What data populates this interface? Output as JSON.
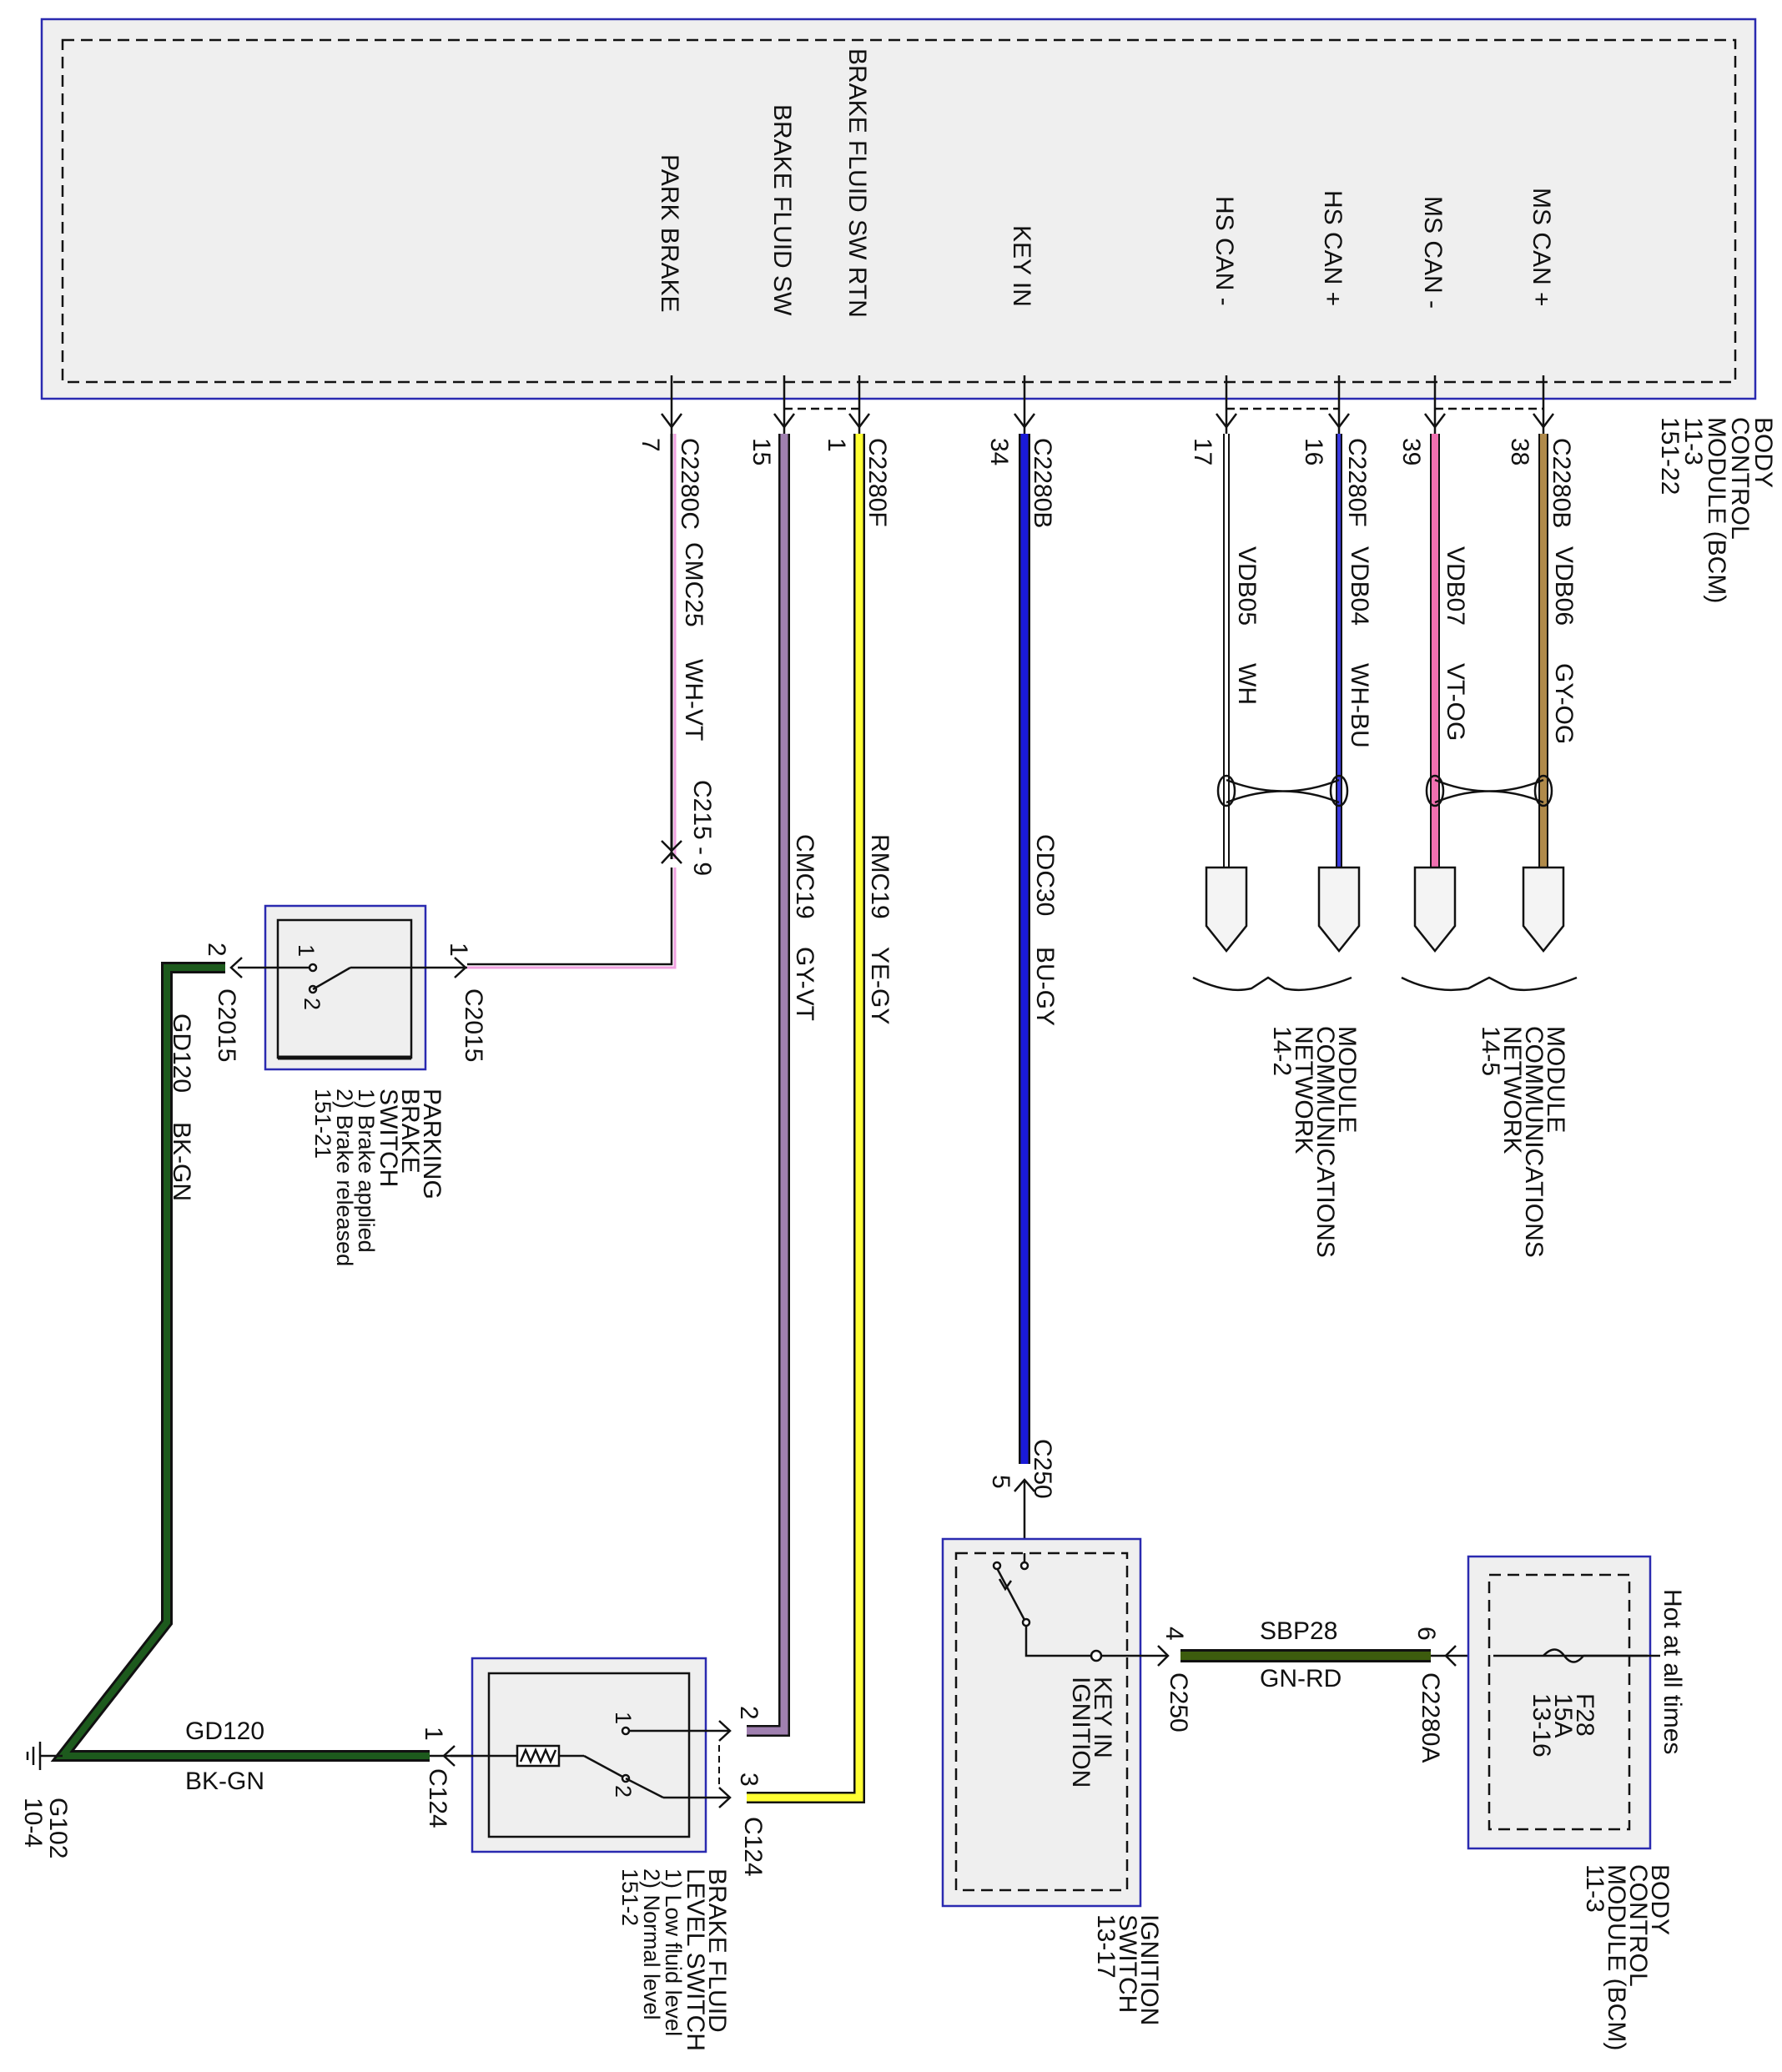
{
  "bcm_top": {
    "pins": [
      "PARK BRAKE",
      "BRAKE FLUID SW",
      "BRAKE FLUID SW RTN",
      "KEY IN",
      "HS CAN -",
      "HS CAN +",
      "MS CAN -",
      "MS CAN +"
    ],
    "title_lines": [
      "BODY",
      "CONTROL",
      "MODULE (BCM)",
      "11-3",
      "151-22"
    ]
  },
  "wires": {
    "park_brake": {
      "pin": "7",
      "connector": "C2280C",
      "circuit": "CMC25",
      "color": "WH-VT",
      "inline": "C215 - 9",
      "color_hex": "#f0a0e0"
    },
    "brake_fluid_sw": {
      "pin": "15",
      "circuit": "CMC19",
      "color": "GY-VT",
      "color_hex": "#a080b0"
    },
    "brake_fluid_rtn": {
      "pin": "1",
      "connector": "C2280F",
      "circuit": "RMC19",
      "color": "YE-GY",
      "color_hex": "#ffff33"
    },
    "key_in": {
      "pin": "34",
      "connector": "C2280B",
      "circuit": "CDC30",
      "color": "BU-GY",
      "color_hex": "#1a1ad8"
    },
    "hs_can_minus": {
      "pin": "17",
      "circuit": "VDB05",
      "color": "WH",
      "color_hex": "#ffffff"
    },
    "hs_can_plus": {
      "pin": "16",
      "connector": "C2280F",
      "circuit": "VDB04",
      "color": "WH-BU",
      "color_hex": "#3a3ae0"
    },
    "ms_can_minus": {
      "pin": "39",
      "circuit": "VDB07",
      "color": "VT-OG",
      "color_hex": "#f070b0"
    },
    "ms_can_plus": {
      "pin": "38",
      "connector": "C2280B",
      "circuit": "VDB06",
      "color": "GY-OG",
      "color_hex": "#b08a4a"
    },
    "ground": {
      "circuit": "GD120",
      "color": "BK-GN",
      "color_hex": "#1d5a1d"
    },
    "ignition_feed": {
      "circuit": "SBP28",
      "color": "GN-RD",
      "color_hex": "#3d5c0e"
    }
  },
  "network_1": {
    "lines": [
      "MODULE",
      "COMMUNICATIONS",
      "NETWORK",
      "14-5"
    ]
  },
  "network_2": {
    "lines": [
      "MODULE",
      "COMMUNICATIONS",
      "NETWORK",
      "14-2"
    ]
  },
  "parking_brake_switch": {
    "lines": [
      "PARKING",
      "BRAKE",
      "SWITCH",
      "1) Brake applied",
      "2) Brake released",
      "151-21"
    ],
    "conn_a": "C2015",
    "pin_a": "1",
    "conn_b": "C2015",
    "pin_b": "2",
    "pos1": "1",
    "pos2": "2"
  },
  "brake_fluid_switch": {
    "lines": [
      "BRAKE FLUID",
      "LEVEL SWITCH",
      "1) Low fluid level",
      "2) Normal level",
      "151-2"
    ],
    "pin_gnd": "1",
    "conn_gnd": "C124",
    "pin_sw": "2",
    "pin_rtn": "3",
    "conn_rtn": "C124",
    "pos1": "1",
    "pos2": "2"
  },
  "ground_point": {
    "name": "G102",
    "ref": "10-4"
  },
  "ignition_switch": {
    "lines": [
      "IGNITION",
      "SWITCH",
      "13-17"
    ],
    "inner": [
      "KEY IN",
      "IGNITION"
    ],
    "conn_top": "C250",
    "pin_top": "5",
    "conn_side": "C250",
    "pin_side": "4"
  },
  "bcm_fuse": {
    "lines": [
      "BODY",
      "CONTROL",
      "MODULE (BCM)",
      "11-3"
    ],
    "fuse": [
      "F28",
      "15A",
      "13-16"
    ],
    "hot": "Hot at all times",
    "conn": "C2280A",
    "pin": "6"
  }
}
